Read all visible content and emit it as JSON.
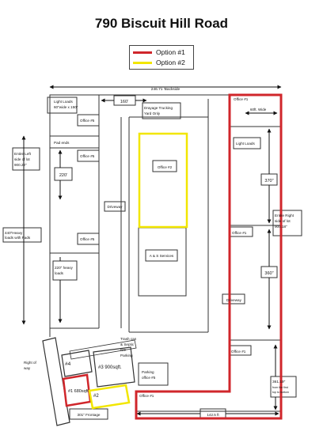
{
  "title": "790 Biscuit Hill Road",
  "legend": [
    {
      "label": "Option #1",
      "color": "#d0262b"
    },
    {
      "label": "Option #2",
      "color": "#f2e600"
    }
  ],
  "dimensions": {
    "backside": "246.71 'Backside",
    "top_160": "160'",
    "width_60": "60ft. Wide",
    "left_side": [
      "Entire Left",
      "side of lot",
      "900.22\""
    ],
    "left_220_top": "220'",
    "heavy_440": [
      "440\"Heavy",
      "loads with Pads"
    ],
    "heavy_220": [
      "220\" heavy",
      "loads"
    ],
    "right_370": "370\"",
    "right_side": [
      "Entire Right",
      "side of lot",
      "900.18\""
    ],
    "right_360": "360\"",
    "right_361": [
      "361.19\"",
      "from the first",
      "top to bottom"
    ],
    "frontage": "301\" Frontage",
    "bottom_142": "142.5 ft"
  },
  "areas": {
    "light_loads_top": [
      "Light Loads",
      "60\"wide x 150\""
    ],
    "office5_a": "Office #5",
    "pad_ends": "Pad ends",
    "office5_b": "Office #5",
    "office5_c": "Office #5",
    "drayage": [
      "Drayage Trucking",
      "Yard Only"
    ],
    "office2": "Office #2",
    "driveway_left": "Driveway",
    "services": "A & S Services",
    "trash": [
      "Trash can",
      "& Septic",
      "NO",
      "Parking"
    ],
    "parking": [
      "Parking",
      "office #5"
    ],
    "office1_top": "Office #1",
    "light_loads_right": "Light Loads",
    "office1_mid": "Office #1",
    "driveway_right": "Driveway",
    "office1_low": "Office #1",
    "office1_bottom": "Office #1",
    "right_of_way": [
      "Right of",
      "way"
    ],
    "unit4": "#4",
    "unit3": "#3 900sqft.",
    "unit1": "#1 680sqft",
    "unit2": "#2"
  }
}
